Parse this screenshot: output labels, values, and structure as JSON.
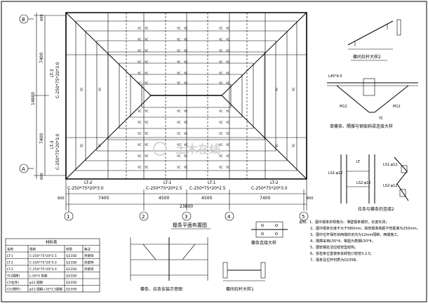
{
  "plan": {
    "title": "檩条平面布置图",
    "axis_letters": [
      "B",
      "A"
    ],
    "axis_numbers": [
      "1",
      "2",
      "3",
      "4",
      "5"
    ],
    "x_dims": [
      "7400",
      "4500",
      "4500",
      "7400"
    ],
    "x_total": "23800",
    "edge_dim": "600",
    "y_total": "14800",
    "y_dims": [
      "7400",
      "7400"
    ],
    "bay_labels": [
      {
        "name": "LT-2",
        "spec": "C-250*75*20*3.0"
      },
      {
        "name": "LT-1",
        "spec": "C-250*75*20*2.5"
      },
      {
        "name": "LT-1",
        "spec": "C-250*75*20*2.5"
      },
      {
        "name": "LT-2",
        "spec": "C-250*75*20*3.0"
      }
    ],
    "side_labels": [
      {
        "name": "LT-3",
        "spec": "C-250*75*20*3.0"
      },
      {
        "name": "LT-3",
        "spec": "C-250*75*20*3.0"
      }
    ],
    "yc_label": "YC",
    "watermark": "土木在线"
  },
  "details": {
    "tie_rod_detail_2": "檩间拉杆大样2",
    "tie_rod_detail_1": "檩间拉杆大样1",
    "purlin_connection": "檩条连接大样",
    "single_purlin": "单檩条、隅撑与钢架斜梁连接大样",
    "purlin_tie_detail_2": "拉条与檩条的连接2",
    "purlin_install": "檩条、拉条安装示意图",
    "labels": {
      "l45": "L45*4.0",
      "m12": "M12",
      "d12": "φ12",
      "ls1": "LS1:φ12",
      "ls2": "LS2:φ12",
      "yc": "YC",
      "lt": "LT"
    }
  },
  "notes": {
    "title": "说明",
    "lines": [
      "说明：1、图中檩条拱规格为：薄壁檩条钢材，长度实测；",
      "2、图中檩条长度不大于980mm，跨管檩条跨距不管距离为250mm，",
      "3、图中拉杆保形状两端的定向为12mm隔断，两端施工。",
      "4、隅撑采用L50*4，等圆为角钢L50*4。",
      "5、圈管钢处法应结管型结构。",
      "6、拆检条位置按条拆卸管口管管3.2.5。",
      "7、檩条及拉杆材质为Q235B。"
    ]
  },
  "materials": {
    "title": "材料表",
    "headers": [
      "名称",
      "规格",
      "材质",
      "备注"
    ],
    "rows": [
      [
        "LT-1",
        "C-250*75*20*2.5",
        "Q235B",
        "热镀锌"
      ],
      [
        "LT-2",
        "C-250*75*20*3.0",
        "Q235B",
        "热镀锌"
      ],
      [
        "LT-3",
        "C-250*75*20*3.0",
        "Q235B",
        "热镀锌"
      ],
      [
        "YC(隅撑)",
        "L-50*4 角钢",
        "Q235B",
        ""
      ],
      [
        "LT(拉条)",
        "φ12 圆钢",
        "Q235B",
        ""
      ],
      [
        "CG(撑杆)",
        "φ12 圆钢+32*2.5圆钢",
        "Q235B",
        ""
      ]
    ]
  }
}
